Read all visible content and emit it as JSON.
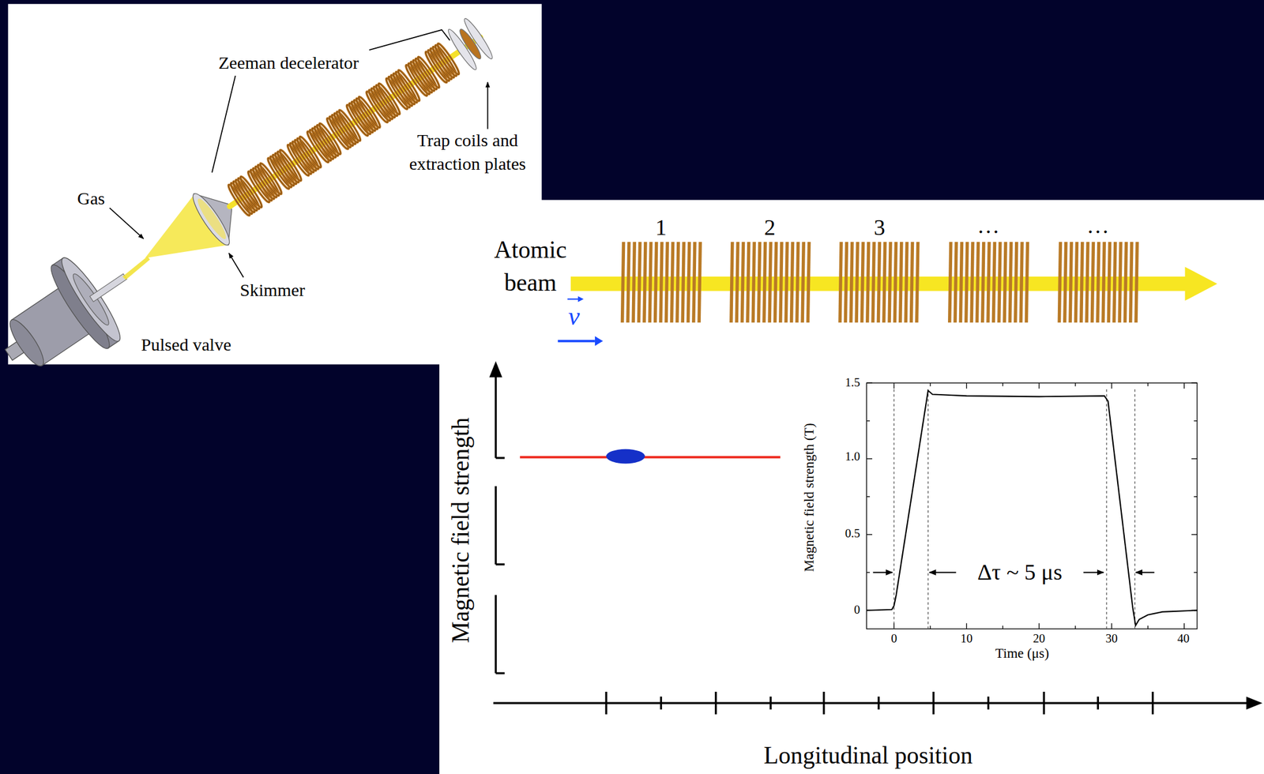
{
  "diagram": {
    "labels": [
      "Zeeman decelerator",
      "Gas",
      "Skimmer",
      "Pulsed valve",
      "Trap coils and extraction plates",
      "Atomic beam",
      "v",
      "1",
      "2",
      "3",
      "…",
      "…",
      "Magnetic field strength",
      "Longitudinal position",
      "1.5",
      "1.0",
      "0.5",
      "0",
      "0",
      "10",
      "20",
      "30",
      "40",
      "Time (μs)",
      "Magnetic field strength (T)",
      "Δτ ~ 5 μs"
    ]
  }
}
